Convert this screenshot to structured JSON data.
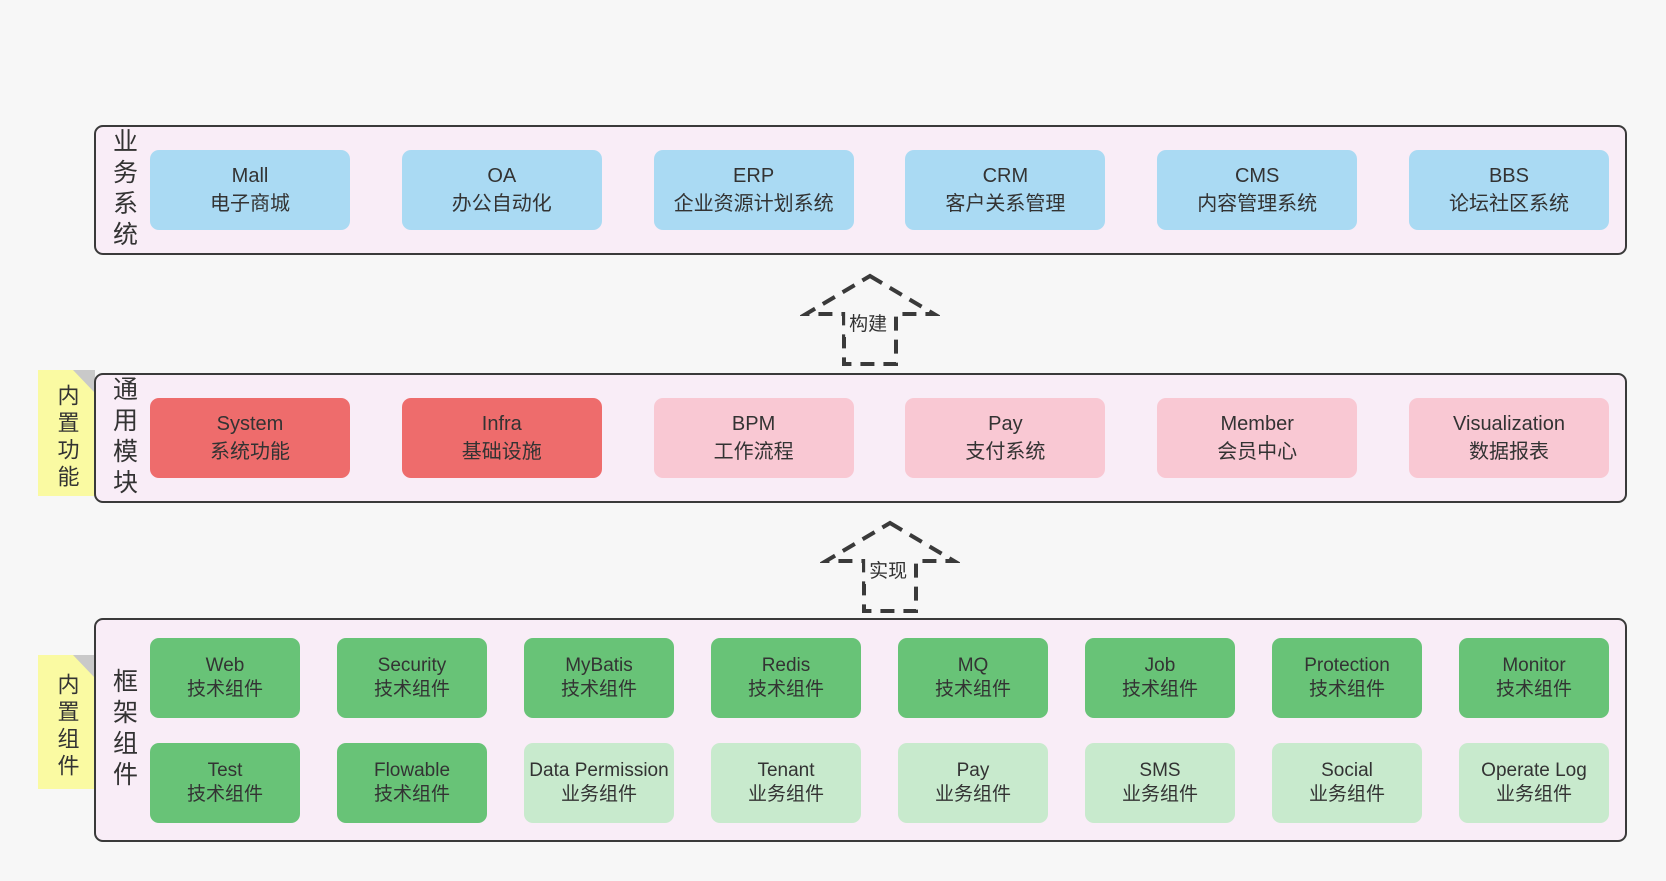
{
  "colors": {
    "page_bg": "#f7f7f7",
    "layer_bg": "#f9edf7",
    "layer_border": "#3a3a3a",
    "text": "#333333",
    "blue": "#aadaf3",
    "red": "#ee6c6c",
    "pink": "#f9c8d3",
    "green": "#68c377",
    "light_green": "#c8eacd",
    "note_yellow": "#fafaa2",
    "note_fold": "#c9c9c9",
    "arrow_stroke": "#3a3a3a"
  },
  "layers": [
    {
      "side_label": "业务系统",
      "note": null,
      "rows": [
        [
          {
            "name": "Mall",
            "desc": "电子商城",
            "color": "blue"
          },
          {
            "name": "OA",
            "desc": "办公自动化",
            "color": "blue"
          },
          {
            "name": "ERP",
            "desc": "企业资源计划系统",
            "color": "blue"
          },
          {
            "name": "CRM",
            "desc": "客户关系管理",
            "color": "blue"
          },
          {
            "name": "CMS",
            "desc": "内容管理系统",
            "color": "blue"
          },
          {
            "name": "BBS",
            "desc": "论坛社区系统",
            "color": "blue"
          }
        ]
      ]
    },
    {
      "side_label": "通用模块",
      "note": "内置功能",
      "rows": [
        [
          {
            "name": "System",
            "desc": "系统功能",
            "color": "red"
          },
          {
            "name": "Infra",
            "desc": "基础设施",
            "color": "red"
          },
          {
            "name": "BPM",
            "desc": "工作流程",
            "color": "pink"
          },
          {
            "name": "Pay",
            "desc": "支付系统",
            "color": "pink"
          },
          {
            "name": "Member",
            "desc": "会员中心",
            "color": "pink"
          },
          {
            "name": "Visualization",
            "desc": "数据报表",
            "color": "pink"
          }
        ]
      ]
    },
    {
      "side_label": "框架组件",
      "note": "内置组件",
      "rows": [
        [
          {
            "name": "Web",
            "desc": "技术组件",
            "color": "green"
          },
          {
            "name": "Security",
            "desc": "技术组件",
            "color": "green"
          },
          {
            "name": "MyBatis",
            "desc": "技术组件",
            "color": "green"
          },
          {
            "name": "Redis",
            "desc": "技术组件",
            "color": "green"
          },
          {
            "name": "MQ",
            "desc": "技术组件",
            "color": "green"
          },
          {
            "name": "Job",
            "desc": "技术组件",
            "color": "green"
          },
          {
            "name": "Protection",
            "desc": "技术组件",
            "color": "green"
          },
          {
            "name": "Monitor",
            "desc": "技术组件",
            "color": "green"
          }
        ],
        [
          {
            "name": "Test",
            "desc": "技术组件",
            "color": "green"
          },
          {
            "name": "Flowable",
            "desc": "技术组件",
            "color": "green"
          },
          {
            "name": "Data Permission",
            "desc": "业务组件",
            "color": "light_green"
          },
          {
            "name": "Tenant",
            "desc": "业务组件",
            "color": "light_green"
          },
          {
            "name": "Pay",
            "desc": "业务组件",
            "color": "light_green"
          },
          {
            "name": "SMS",
            "desc": "业务组件",
            "color": "light_green"
          },
          {
            "name": "Social",
            "desc": "业务组件",
            "color": "light_green"
          },
          {
            "name": "Operate Log",
            "desc": "业务组件",
            "color": "light_green"
          }
        ]
      ]
    }
  ],
  "arrows": [
    {
      "label": "构建"
    },
    {
      "label": "实现"
    }
  ]
}
